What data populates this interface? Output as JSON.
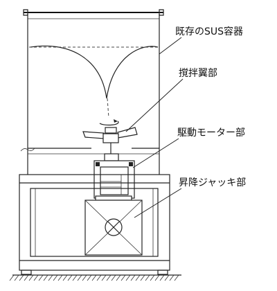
{
  "labels": {
    "container": "既存のSUS容器",
    "impeller": "撹拌翼部",
    "motor": "駆動モーター部",
    "jack": "昇降ジャッキ部"
  }
}
